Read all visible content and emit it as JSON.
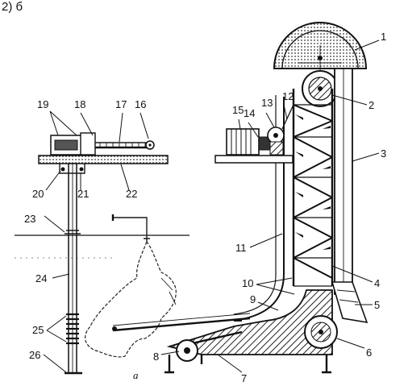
{
  "header_fragment": "2) б",
  "caption": "а",
  "labels": [
    "1",
    "2",
    "3",
    "4",
    "5",
    "6",
    "7",
    "8",
    "9",
    "10",
    "11",
    "12",
    "13",
    "14",
    "15",
    "16",
    "17",
    "18",
    "19",
    "20",
    "21",
    "22",
    "23",
    "24",
    "25",
    "26"
  ]
}
